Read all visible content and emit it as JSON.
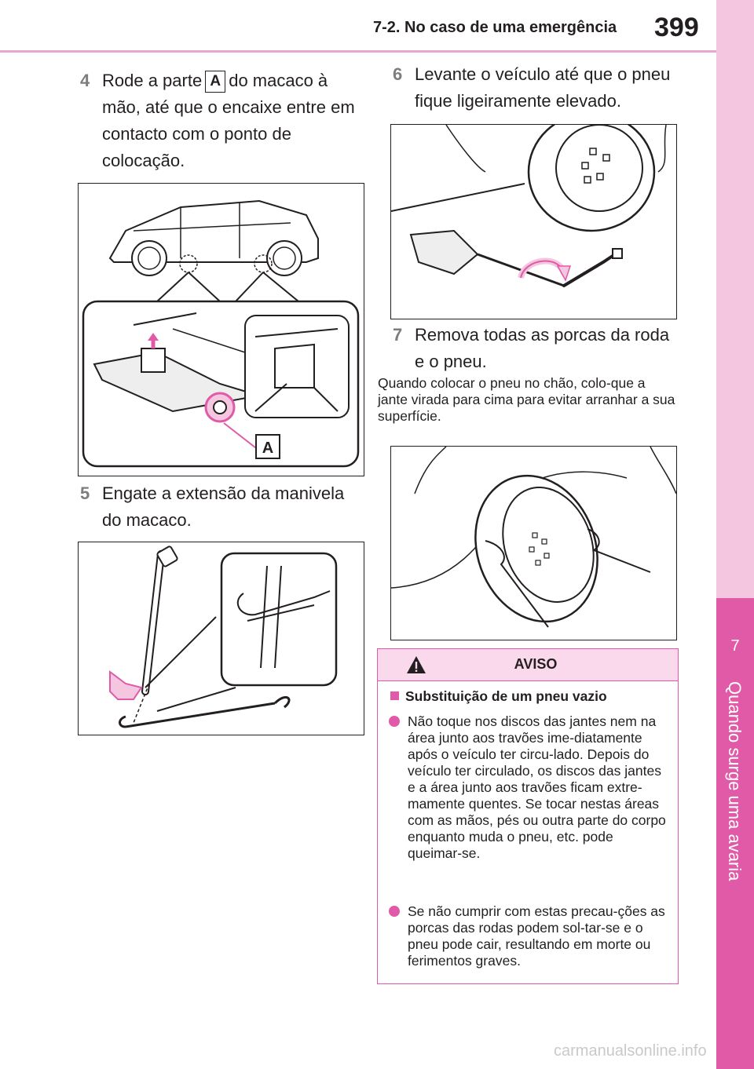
{
  "header": {
    "section": "7-2. No caso de uma emergência",
    "page_number": "399"
  },
  "side_tab": {
    "chapter": "7",
    "title": "Quando surge uma avaria"
  },
  "steps": [
    {
      "num": "4",
      "text_before": "Rode a parte",
      "part": "A",
      "text_after": "do macaco à mão, até que o encaixe entre em contacto com o ponto de colocação."
    },
    {
      "num": "5",
      "text": "Engate a extensão da manivela do macaco."
    },
    {
      "num": "6",
      "text": "Levante o veículo até que o pneu fique ligeiramente elevado."
    },
    {
      "num": "7",
      "text": "Remova todas as porcas da roda e o pneu."
    }
  ],
  "figure_labels": {
    "part_a": "A"
  },
  "note": "Quando colocar o pneu no chão, colo-que a jante virada para cima para evitar arranhar a sua superfície.",
  "warning": {
    "title": "AVISO",
    "subtitle": "Substituição de um pneu vazio",
    "bullets": [
      "Não toque nos discos das jantes nem na área junto aos travões ime-diatamente após o veículo ter circu-lado. Depois do veículo ter circulado, os discos das jantes e a área junto aos travões ficam extre-mamente quentes. Se tocar nestas áreas com as mãos, pés ou outra parte do corpo enquanto muda o pneu, etc. pode queimar-se.",
      "Se não cumprir com estas precau-ções as porcas das rodas podem sol-tar-se e o pneu pode cair, resultando em morte ou ferimentos graves."
    ]
  },
  "footer": "carmanualsonline.info",
  "colors": {
    "accent": "#e05aa8",
    "accent_light": "#fbd9ec",
    "tab_bg": "#f4c6e0",
    "rule": "#e9a6cf"
  }
}
